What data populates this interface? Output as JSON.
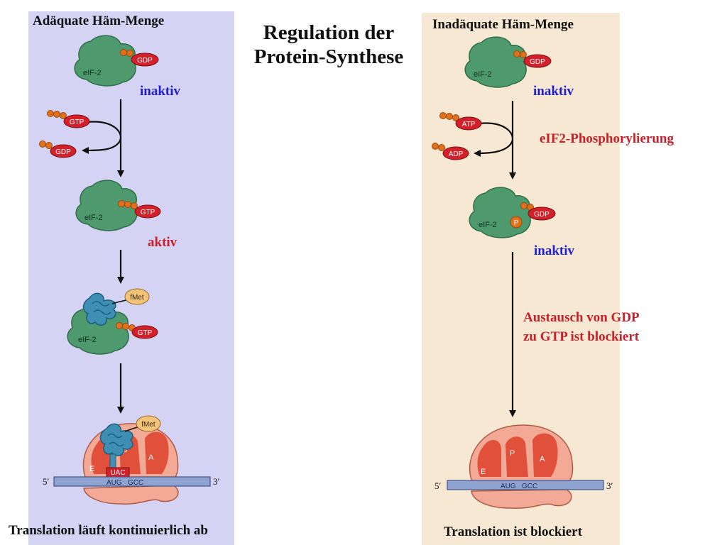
{
  "title_line1": "Regulation der",
  "title_line2": "Protein-Synthese",
  "left": {
    "heading": "Adäquate Häm-Menge",
    "state_inactive": "inaktiv",
    "state_active": "aktiv",
    "caption": "Translation läuft kontinuierlich ab"
  },
  "right": {
    "heading": "Inadäquate Häm-Menge",
    "state_inactive_1": "inaktiv",
    "phosphorylation": "eIF2-Phosphorylierung",
    "state_inactive_2": "inaktiv",
    "blocked_line1": "Austausch von GDP",
    "blocked_line2": "zu GTP ist blockiert",
    "caption": "Translation ist  blockiert"
  },
  "molecules": {
    "eif2": "eIF-2",
    "gdp": "GDP",
    "gtp": "GTP",
    "atp": "ATP",
    "adp": "ADP",
    "phosphate": "P",
    "fmet": "fMet",
    "anticodon": "UAC",
    "codons": "AUG   GCC",
    "five_prime": "5′",
    "three_prime": "3′",
    "site_e": "E",
    "site_p": "P",
    "site_a": "A"
  },
  "colors": {
    "left_panel": "#d4d3f4",
    "right_panel": "#f7e8d3",
    "eif2_green": "#4e9a6e",
    "nucleotide_red": "#d4202a",
    "phosphate_orange": "#e0701a",
    "ribosome_pink": "#f2a996",
    "ribosome_red": "#e0503a",
    "mrna_blue": "#8fa3d0",
    "trna_blue": "#3f8fb5",
    "fmet_yellow": "#f2c47a",
    "active_text": "#c8202a",
    "inactive_text": "#1f1fd0"
  }
}
